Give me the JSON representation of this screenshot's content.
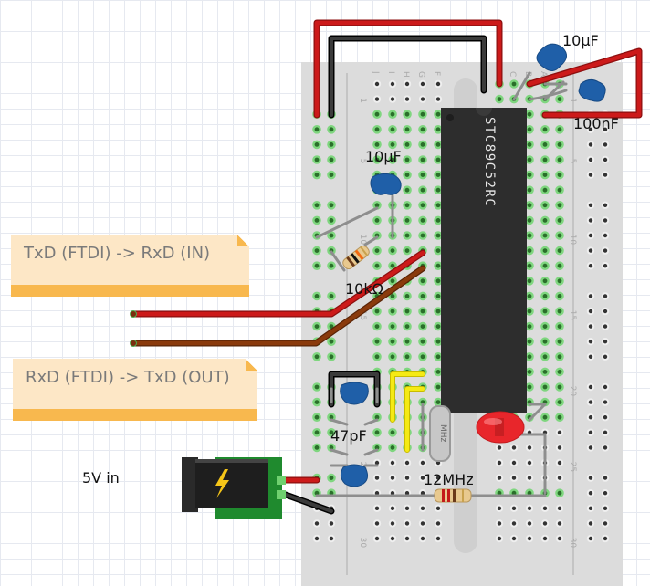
{
  "notes": [
    {
      "id": "note-txd",
      "text": "TxD (FTDI) -> RxD (IN)"
    },
    {
      "id": "note-rxd",
      "text": "RxD (FTDI) -> TxD (OUT)"
    }
  ],
  "labels": {
    "power_in": "5V in",
    "cap_top_right": "10µF",
    "cap_100nf": "100nF",
    "cap_reset": "10µF",
    "resistor_reset": "10kΩ",
    "cap_crystal": "47pF",
    "crystal": "12MHz"
  },
  "chip": {
    "name": "STC89C52RC"
  },
  "crystal_body_label": "MHz",
  "breadboard": {
    "column_letters_left": [
      "J",
      "I",
      "H",
      "G",
      "F"
    ],
    "column_letters_right": [
      "C",
      "B",
      "A"
    ],
    "row_numbers": [
      "1",
      "5",
      "10",
      "15",
      "20",
      "25",
      "30"
    ]
  },
  "colors": {
    "wire_red": "#cc1a1a",
    "wire_black": "#222222",
    "wire_brown": "#8a3a0c",
    "wire_yellow": "#f5ea14",
    "capacitor_blue": "#1f5fa8",
    "chip_body": "#2d2d2d",
    "breadboard": "#dcdcdc",
    "note_body": "#fde7c6",
    "note_bar": "#f8b84e",
    "led_red": "#e8262b",
    "jack_pcb": "#1f8a2e"
  }
}
